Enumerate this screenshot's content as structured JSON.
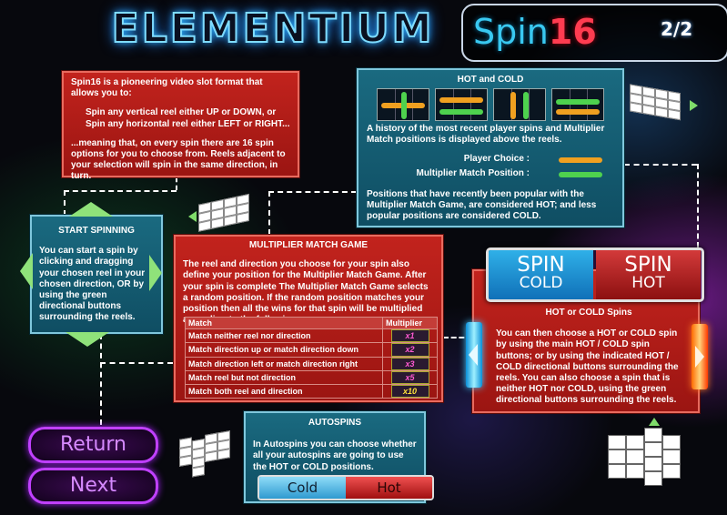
{
  "header": {
    "logo_text": "ELEMENTIUM",
    "spin_text": "Spin",
    "spin_number": "16",
    "page_indicator": "2/2"
  },
  "intro": {
    "p1": "Spin16 is a pioneering video slot format that allows you to:",
    "p2a": "Spin any vertical reel either UP or DOWN, or",
    "p2b": "Spin any horizontal reel either LEFT or RIGHT...",
    "p3": "...meaning that, on every spin there are 16 spin options for you to choose from. Reels adjacent to your selection will spin in the same direction, in turn."
  },
  "hot_cold": {
    "title": "HOT and COLD",
    "text1": "A history of the most recent player spins and Multiplier Match positions is displayed above the reels.",
    "player_choice_label": "Player Choice :",
    "multiplier_position_label": "Multiplier Match Position :",
    "text2": "Positions that have recently been popular with the Multiplier Match Game, are considered HOT; and less popular positions are considered COLD."
  },
  "start_spinning": {
    "title": "START SPINNING",
    "text": "You can start a spin by clicking and dragging your chosen reel in your chosen direction, OR by using the green directional buttons surrounding the reels."
  },
  "multiplier_game": {
    "title": "MULTIPLIER MATCH GAME",
    "text": "The reel and direction you choose for your spin also define your position for the Multiplier Match Game. After your spin is complete The Multiplier Match Game selects a random position. If the random position matches your position then all the wins for that spin will be multiplied according to the following:",
    "col_match": "Match",
    "col_multiplier": "Multiplier",
    "rows": [
      {
        "match": "Match neither reel nor direction",
        "multiplier": "x1"
      },
      {
        "match": "Match direction up or match direction down",
        "multiplier": "x2"
      },
      {
        "match": "Match direction left or match direction right",
        "multiplier": "x3"
      },
      {
        "match": "Match reel but not direction",
        "multiplier": "x5"
      },
      {
        "match": "Match both reel and direction",
        "multiplier": "x10"
      }
    ]
  },
  "spin_buttons": {
    "cold_top": "SPIN",
    "cold_bottom": "COLD",
    "hot_top": "SPIN",
    "hot_bottom": "HOT"
  },
  "hot_or_cold_spins": {
    "title": "HOT or COLD Spins",
    "text": "You can then choose a HOT or COLD spin by using the main HOT / COLD spin buttons; or by using the indicated HOT / COLD directional buttons surrounding the reels. You can also choose a spin that is neither HOT nor COLD, using the green directional buttons surrounding the reels."
  },
  "autospins": {
    "title": "AUTOSPINS",
    "text": "In Autospins you can choose whether all your autospins are going to use the HOT or COLD positions.",
    "cold_label": "Cold",
    "hot_label": "Hot"
  },
  "nav": {
    "return_label": "Return",
    "next_label": "Next"
  },
  "colors": {
    "panel_red": "#b01c17",
    "panel_teal": "#135a70",
    "player_choice_arrow": "#f0a020",
    "multiplier_arrow": "#4ed24e",
    "nav_purple": "#c040ff"
  }
}
